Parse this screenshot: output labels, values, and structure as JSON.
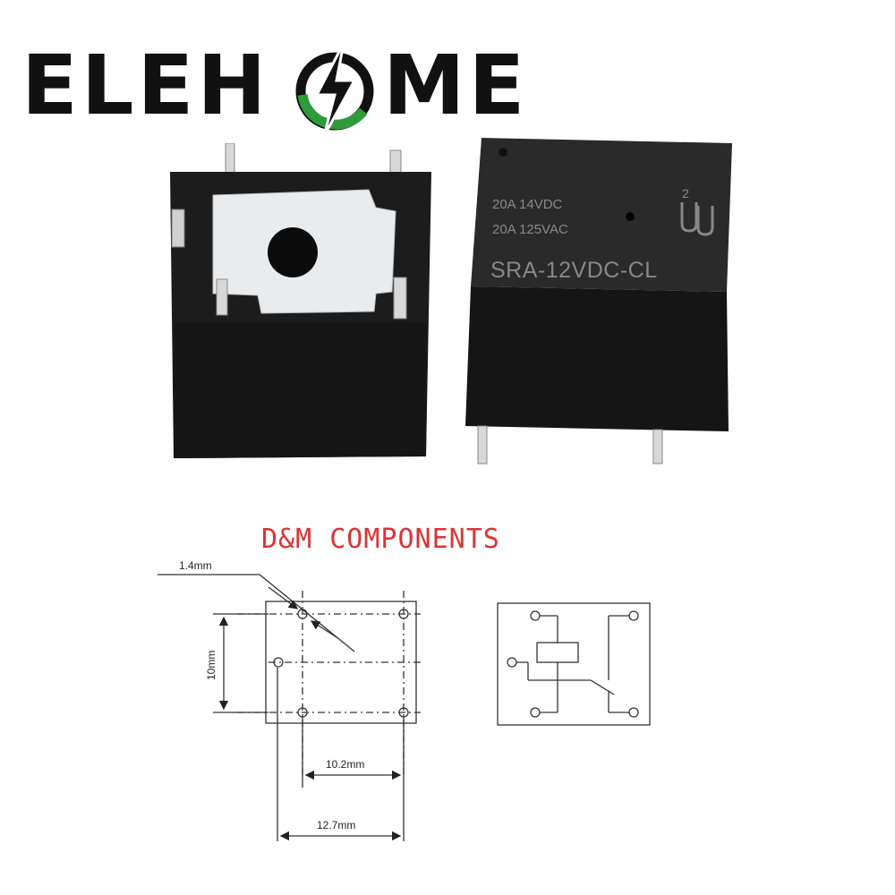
{
  "logo": {
    "text_left": "ELEH",
    "text_right": "ME",
    "icon": "lightning-ring-icon",
    "colors": {
      "text": "#111111",
      "ring": "#2e9b3a",
      "bolt": "#111111"
    }
  },
  "relay_photos": {
    "right_relay": {
      "rating_line_1": "20A  14VDC",
      "rating_line_2": "20A  125VAC",
      "model": "SRA-12VDC-CL",
      "cert_mark": "2"
    }
  },
  "diagram": {
    "title": "D&M COMPONENTS",
    "title_color": "#dd3333",
    "dimensions": {
      "pin_diameter": "1.4mm",
      "height": "10mm",
      "pin_spacing": "10.2mm",
      "width": "12.7mm"
    }
  }
}
